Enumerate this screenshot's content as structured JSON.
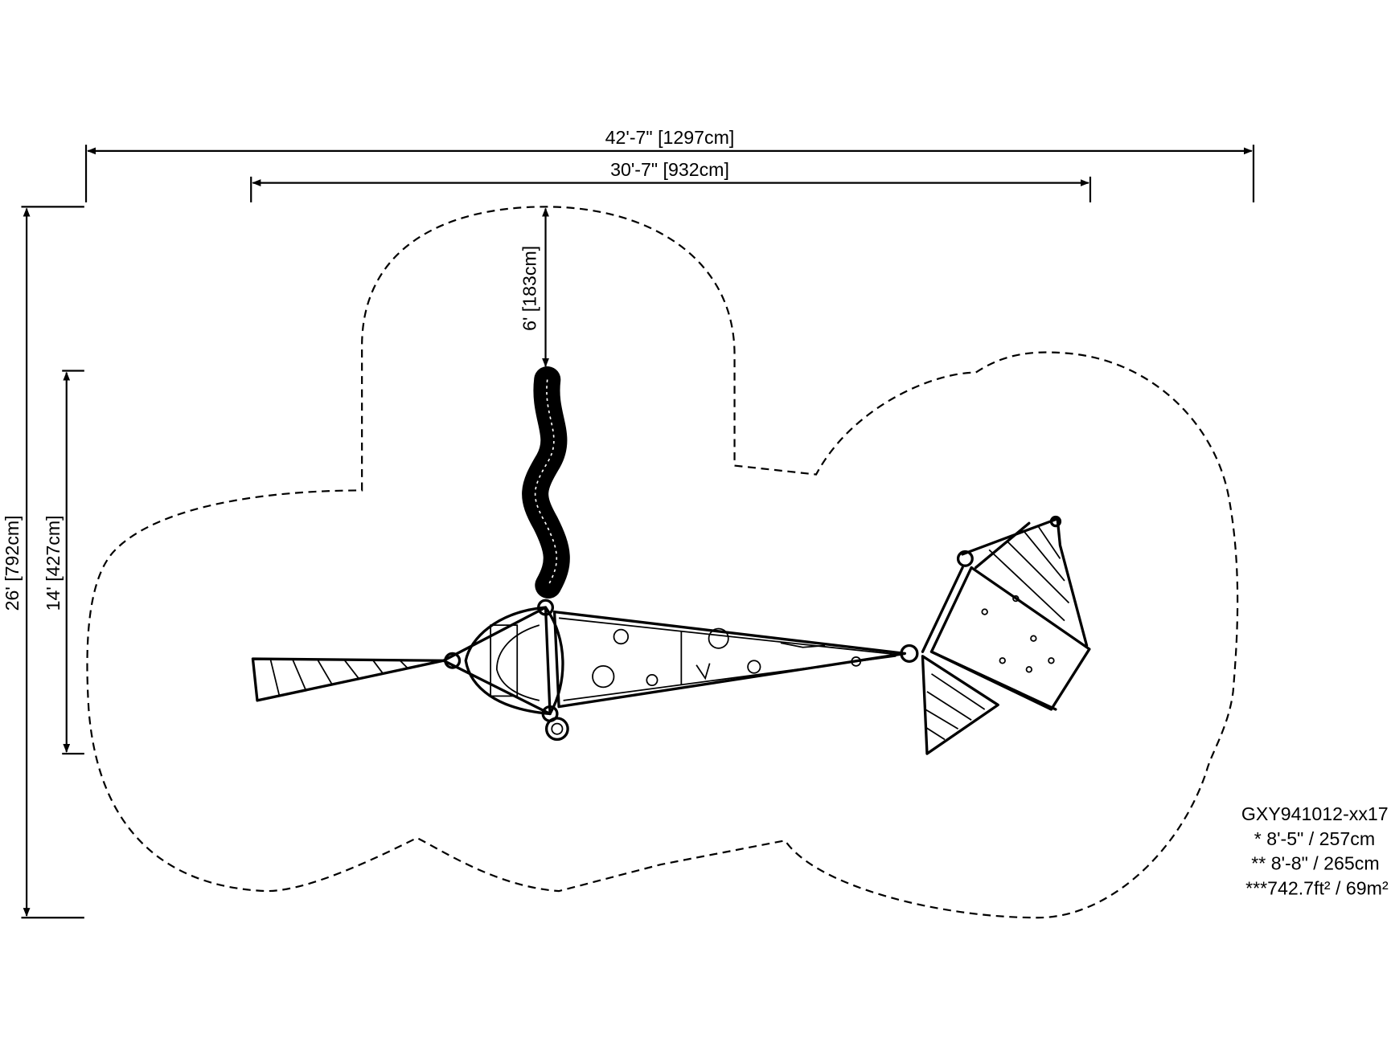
{
  "dimensions": {
    "overall_width": "42'-7\" [1297cm]",
    "equipment_width": "30'-7\" [932cm]",
    "overall_depth": "26' [792cm]",
    "equipment_depth": "14' [427cm]",
    "safety_zone": "6' [183cm]"
  },
  "info": {
    "model": "GXY941012-xx17",
    "height_1": "* 8'-5\" / 257cm",
    "height_2": "** 8'-8\" / 265cm",
    "area": "***742.7ft² / 69m²"
  }
}
